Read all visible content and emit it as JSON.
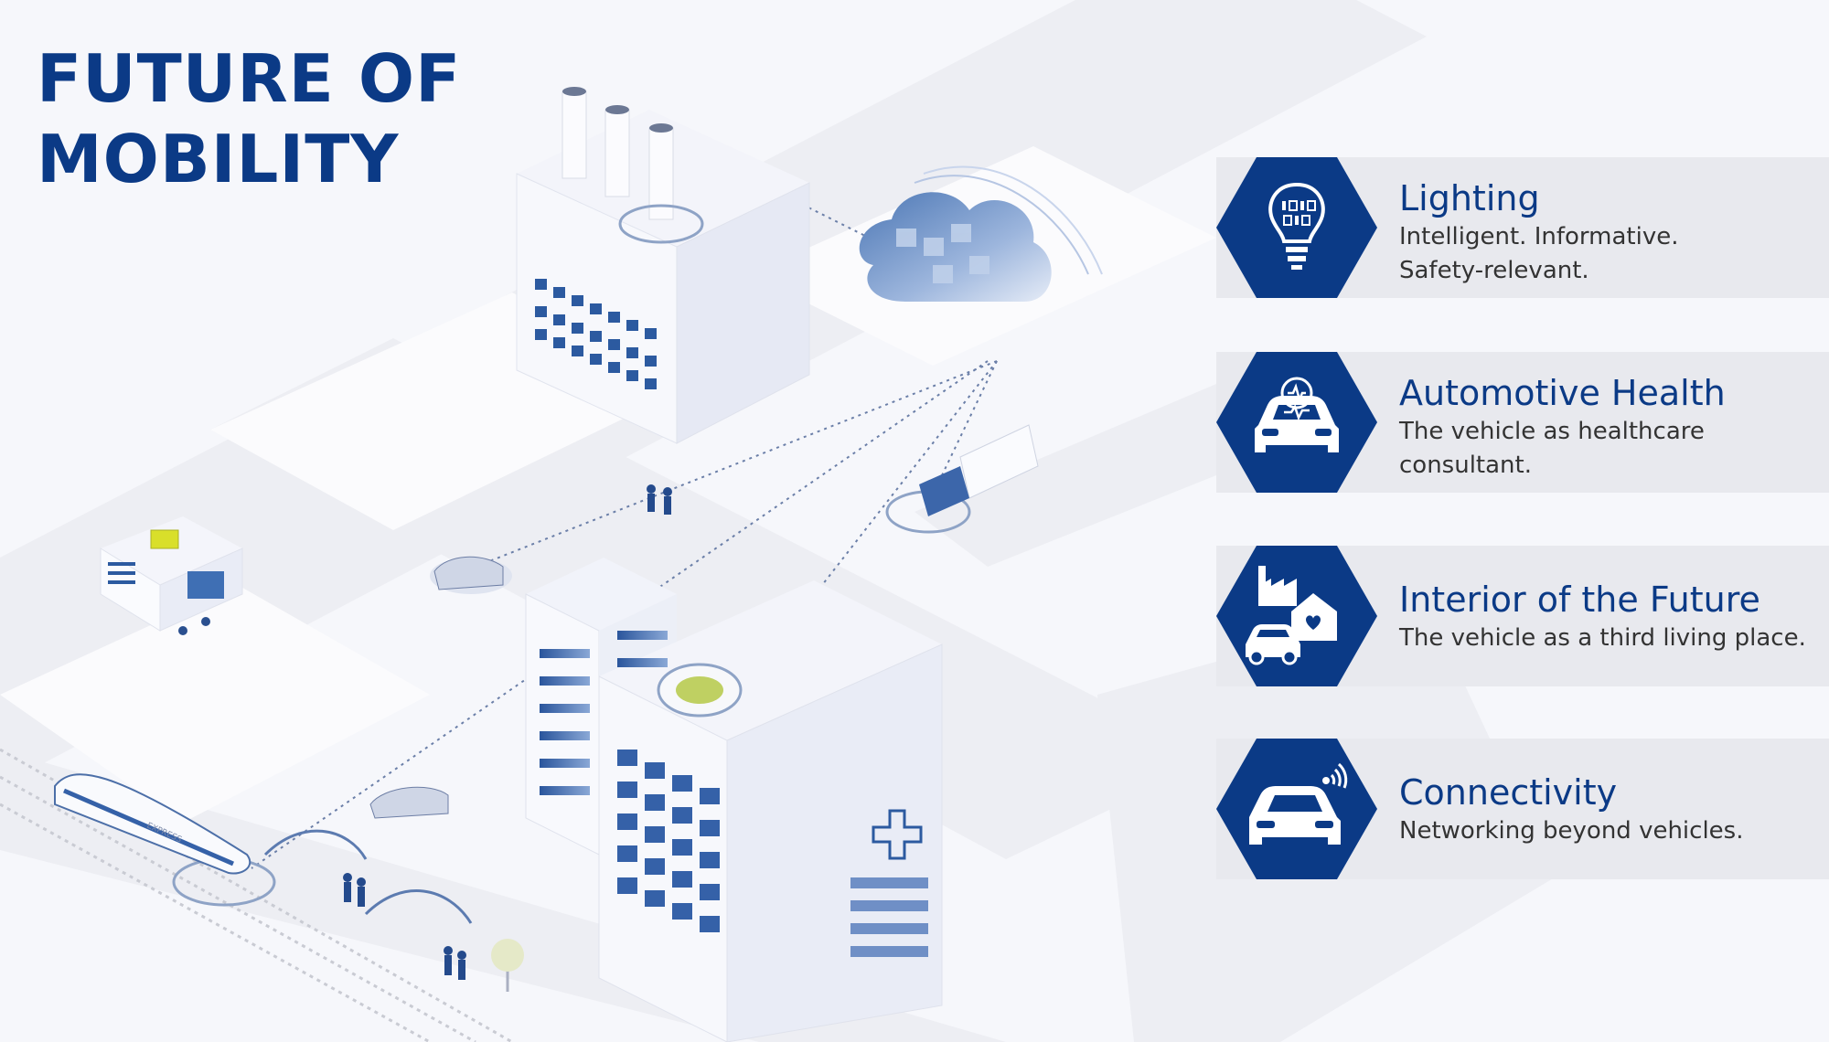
{
  "title": {
    "line1": "FUTURE OF",
    "line2": "MOBILITY"
  },
  "accent_color": "#0b3a86",
  "band_color": "#e8e9ee",
  "illustration": {
    "train_label": "EXPRESS",
    "icons": [
      "factory",
      "cloud",
      "truck",
      "car",
      "train",
      "hospital",
      "helipad",
      "bus-stop",
      "pedestrians",
      "tree"
    ]
  },
  "features": [
    {
      "title": "Lighting",
      "desc_line1": "Intelligent. Informative.",
      "desc_line2": "Safety-relevant.",
      "icon": "lightbulb-icon"
    },
    {
      "title": "Automotive Health",
      "desc_line1": "The vehicle as healthcare",
      "desc_line2": "consultant.",
      "icon": "car-health-icon"
    },
    {
      "title": "Interior of the Future",
      "desc_line1": "The vehicle as a third living place.",
      "desc_line2": "",
      "icon": "car-home-icon"
    },
    {
      "title": "Connectivity",
      "desc_line1": "Networking beyond vehicles.",
      "desc_line2": "",
      "icon": "connected-car-icon"
    }
  ]
}
